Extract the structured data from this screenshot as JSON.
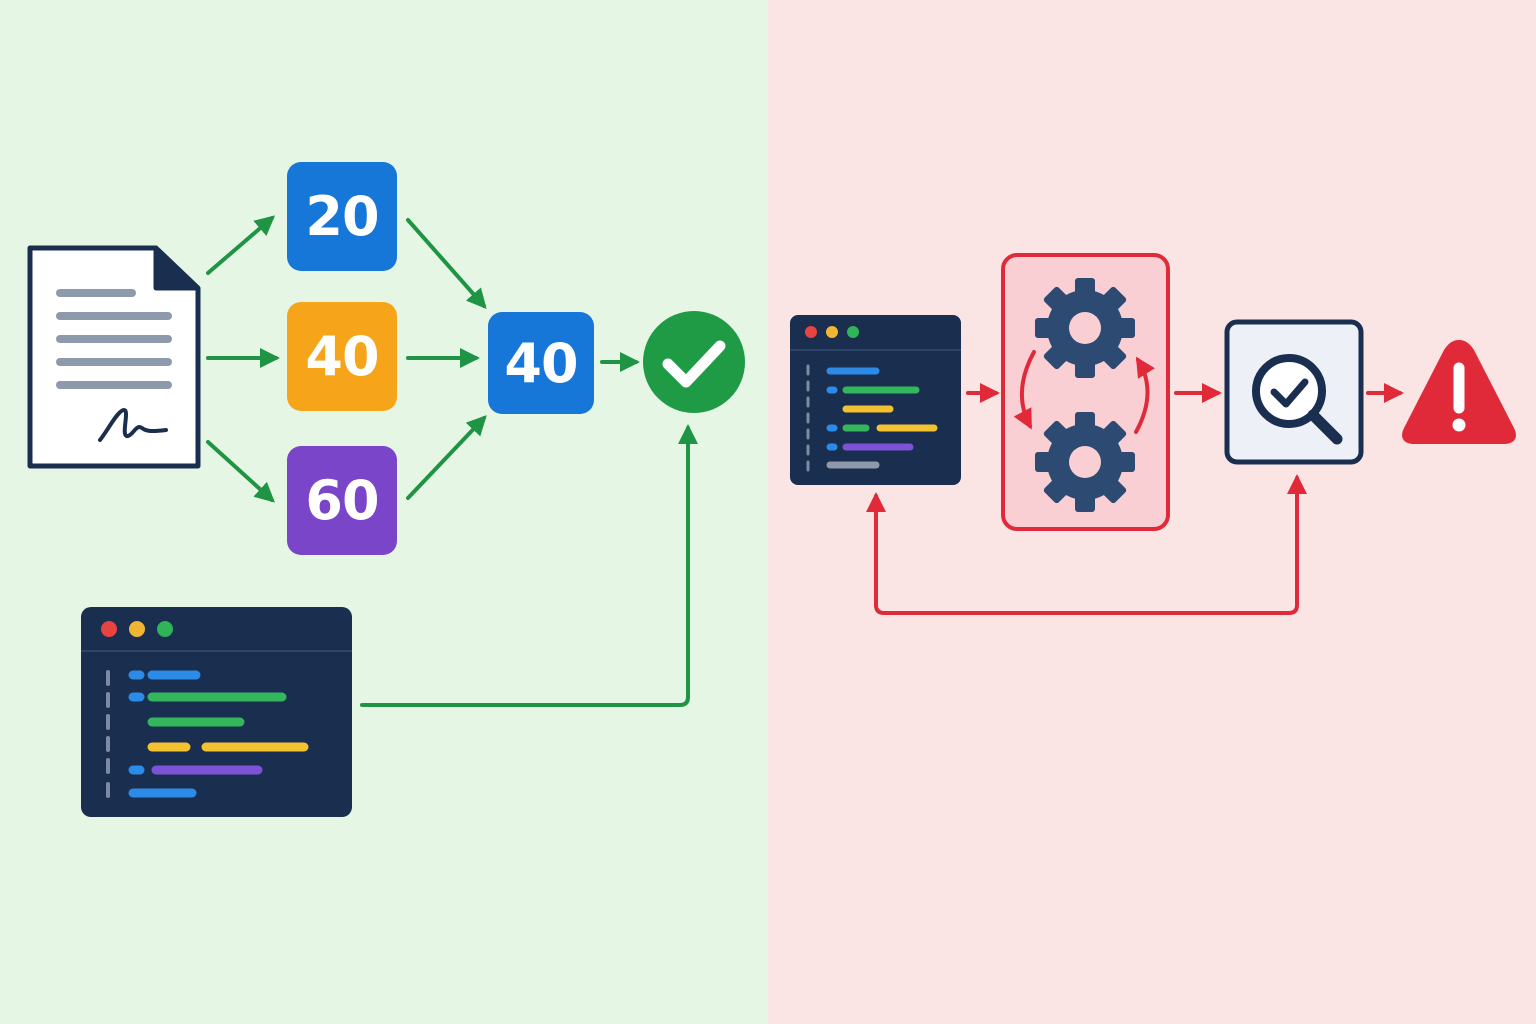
{
  "panels": {
    "left": {
      "background": "#e6f6e4",
      "accent": "#1e9444"
    },
    "right": {
      "background": "#fbe4e4",
      "accent": "#e02a3a"
    }
  },
  "left_flow": {
    "source_icon": "signed-document-icon",
    "branches": [
      {
        "label": "20",
        "color": "#1677d9"
      },
      {
        "label": "40",
        "color": "#f6a51a"
      },
      {
        "label": "60",
        "color": "#7b45c9"
      }
    ],
    "merge_node": {
      "label": "40",
      "color": "#1677d9"
    },
    "result_icon": "success-check-icon",
    "code_icon": "code-editor-icon"
  },
  "right_flow": {
    "code_icon": "code-editor-icon",
    "process_icon": "gears-cycle-icon",
    "inspect_icon": "inspect-magnifier-check-icon",
    "result_icon": "warning-triangle-icon"
  },
  "colors": {
    "navy": "#1a2e4f",
    "gear": "#2c4a72",
    "check_green": "#1f9b46",
    "warning_red": "#e02a3a"
  }
}
